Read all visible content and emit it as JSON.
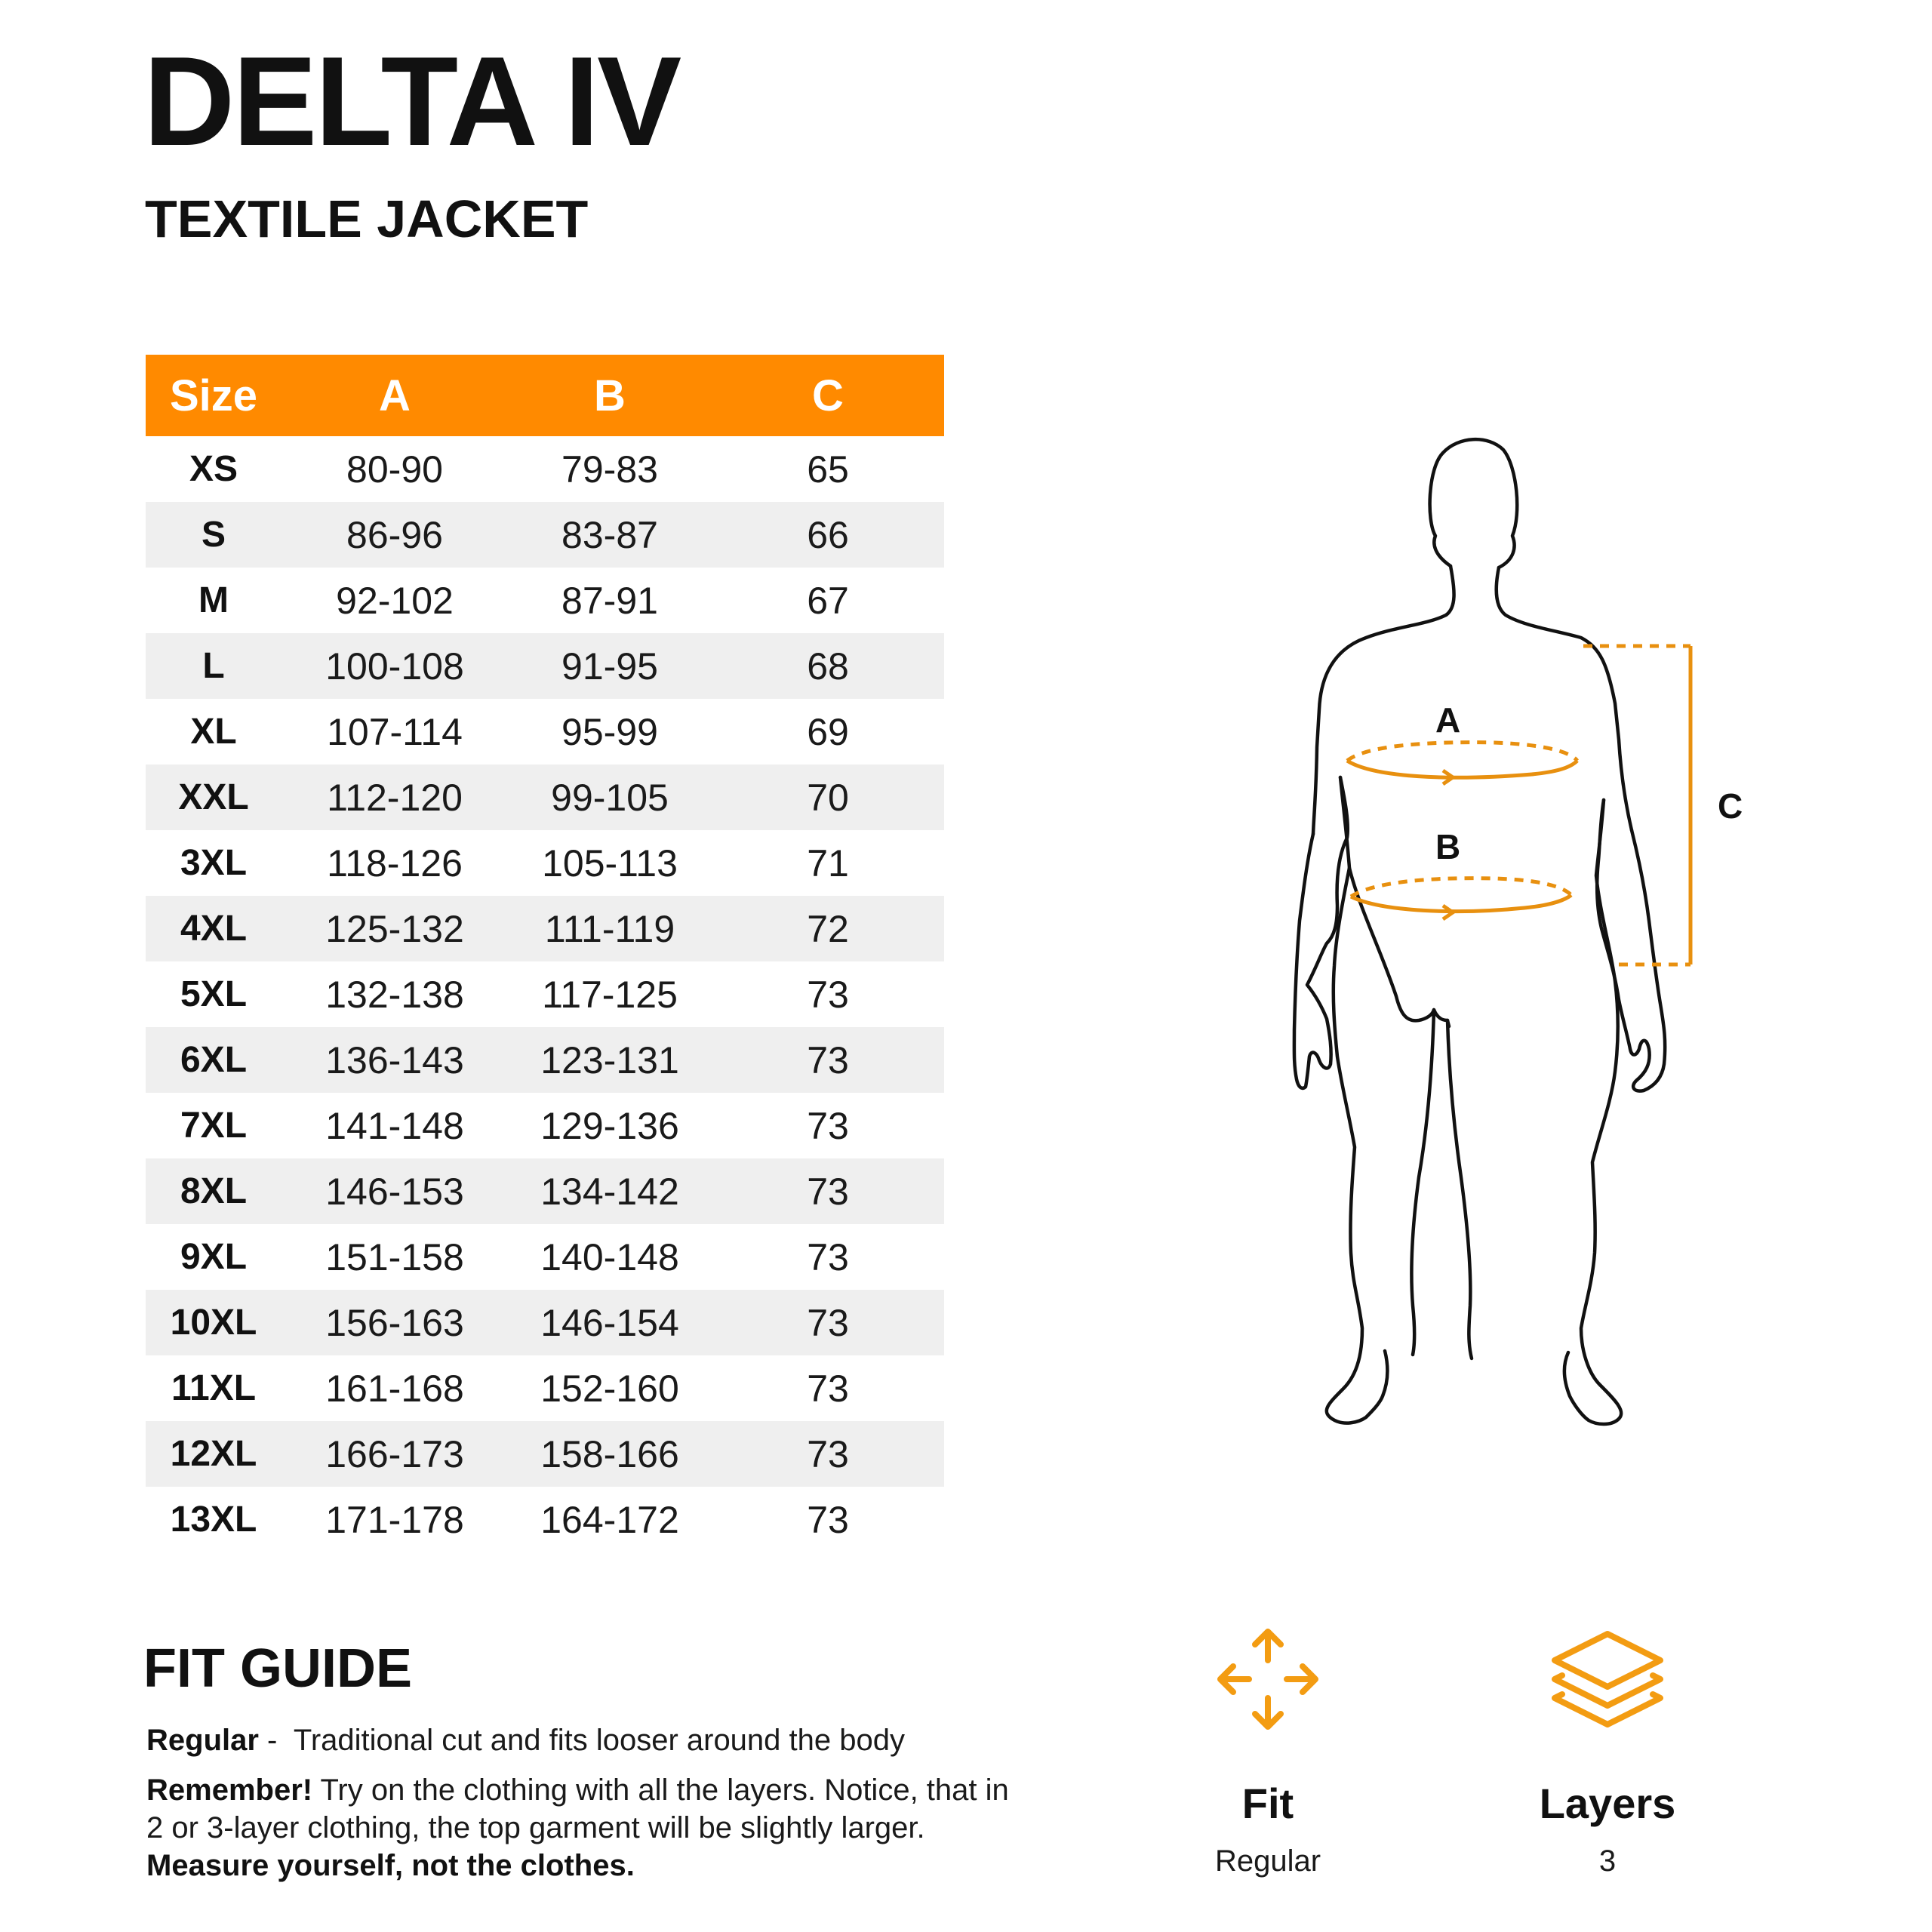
{
  "header": {
    "title": "DELTA IV",
    "subtitle": "TEXTILE JACKET"
  },
  "size_table": {
    "headers": [
      "Size",
      "A",
      "B",
      "C"
    ],
    "rows": [
      [
        "XS",
        "80-90",
        "79-83",
        "65"
      ],
      [
        "S",
        "86-96",
        "83-87",
        "66"
      ],
      [
        "M",
        "92-102",
        "87-91",
        "67"
      ],
      [
        "L",
        "100-108",
        "91-95",
        "68"
      ],
      [
        "XL",
        "107-114",
        "95-99",
        "69"
      ],
      [
        "XXL",
        "112-120",
        "99-105",
        "70"
      ],
      [
        "3XL",
        "118-126",
        "105-113",
        "71"
      ],
      [
        "4XL",
        "125-132",
        "111-119",
        "72"
      ],
      [
        "5XL",
        "132-138",
        "117-125",
        "73"
      ],
      [
        "6XL",
        "136-143",
        "123-131",
        "73"
      ],
      [
        "7XL",
        "141-148",
        "129-136",
        "73"
      ],
      [
        "8XL",
        "146-153",
        "134-142",
        "73"
      ],
      [
        "9XL",
        "151-158",
        "140-148",
        "73"
      ],
      [
        "10XL",
        "156-163",
        "146-154",
        "73"
      ],
      [
        "11XL",
        "161-168",
        "152-160",
        "73"
      ],
      [
        "12XL",
        "166-173",
        "158-166",
        "73"
      ],
      [
        "13XL",
        "171-178",
        "164-172",
        "73"
      ]
    ]
  },
  "figure": {
    "label_a": "A",
    "label_b": "B",
    "label_c": "C"
  },
  "fit_guide": {
    "title": "FIT GUIDE",
    "regular_term": "Regular",
    "regular_separator": " -  ",
    "regular_desc": "Traditional cut and fits looser around the body",
    "remember_term": "Remember!",
    "remember_text": " Try on the clothing with all the layers. Notice, that in 2 or 3-layer clothing, the top garment will be slightly larger. ",
    "remember_emphasis": "Measure yourself, not the clothes."
  },
  "specs": {
    "fit": {
      "label": "Fit",
      "value": "Regular",
      "icon": "move-arrows-icon"
    },
    "layers": {
      "label": "Layers",
      "value": "3",
      "icon": "layers-stack-icon"
    }
  },
  "colors": {
    "accent": "#ff8a00",
    "icon_orange": "#f39c12",
    "measure_orange": "#e8900f",
    "stripe": "#efefef",
    "text": "#111111"
  }
}
